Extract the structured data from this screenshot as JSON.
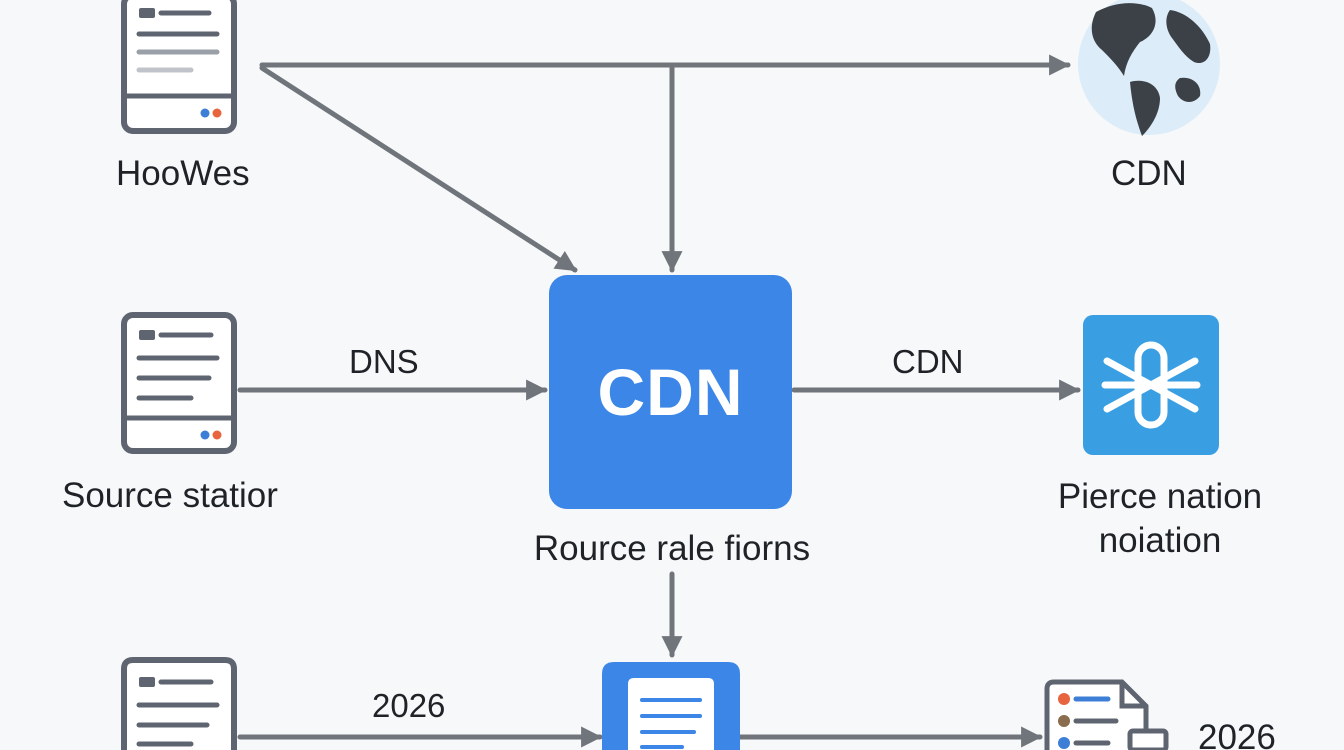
{
  "nodes": {
    "top_left_label": "HooWes",
    "top_right_label": "CDN",
    "mid_left_label": "Source statior",
    "center_title": "CDN",
    "center_caption": "Rource rale fiorns",
    "right_label_line1": "Pierce nation",
    "right_label_line2": "noiation",
    "bottom_right_label": "2026"
  },
  "edges": {
    "left_to_center": "DNS",
    "center_to_right": "CDN",
    "bottom_left_to_doc": "2026"
  },
  "icons": {
    "server": "server-icon",
    "globe": "globe-icon",
    "network": "network-node-icon",
    "document": "document-icon",
    "file_list": "file-list-icon"
  },
  "colors": {
    "accent_blue": "#3b86e6",
    "network_blue": "#3a9ee2",
    "arrow_gray": "#70757c",
    "icon_gray": "#5f6570",
    "dot_red": "#e8643f",
    "dot_blue": "#3d7fd6"
  }
}
